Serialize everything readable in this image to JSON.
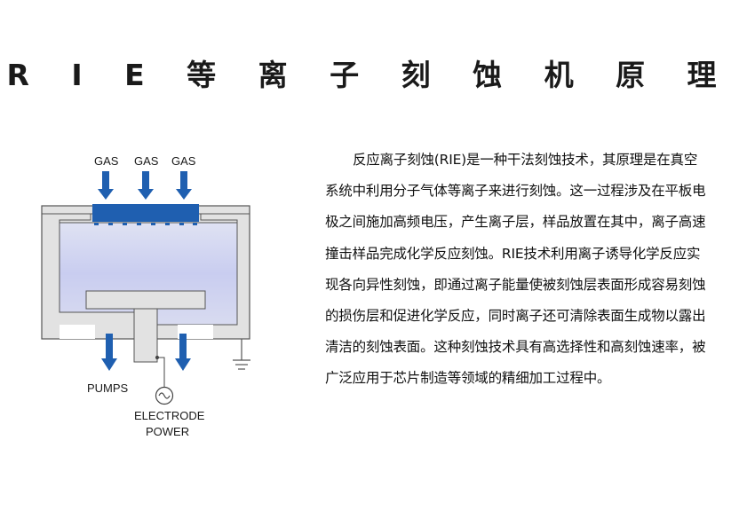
{
  "title": "R I E 等 离 子 刻 蚀 机 原 理",
  "diagram": {
    "gas_labels": [
      "GAS",
      "GAS",
      "GAS"
    ],
    "pumps_label": "PUMPS",
    "electrode_label_line1": "ELECTRODE",
    "electrode_label_line2": "POWER"
  },
  "description": "反应离子刻蚀(RIE)是一种干法刻蚀技术，其原理是在真空系统中利用分子气体等离子来进行刻蚀。这一过程涉及在平板电极之间施加高频电压，产生离子层，样品放置在其中，离子高速撞击样品完成化学反应刻蚀。RIE技术利用离子诱导化学反应实现各向异性刻蚀，即通过离子能量使被刻蚀层表面形成容易刻蚀的损伤层和促进化学反应，同时离子还可清除表面生成物以露出清洁的刻蚀表面。这种刻蚀技术具有高选择性和高刻蚀速率，被广泛应用于芯片制造等领域的精细加工过程中。"
}
